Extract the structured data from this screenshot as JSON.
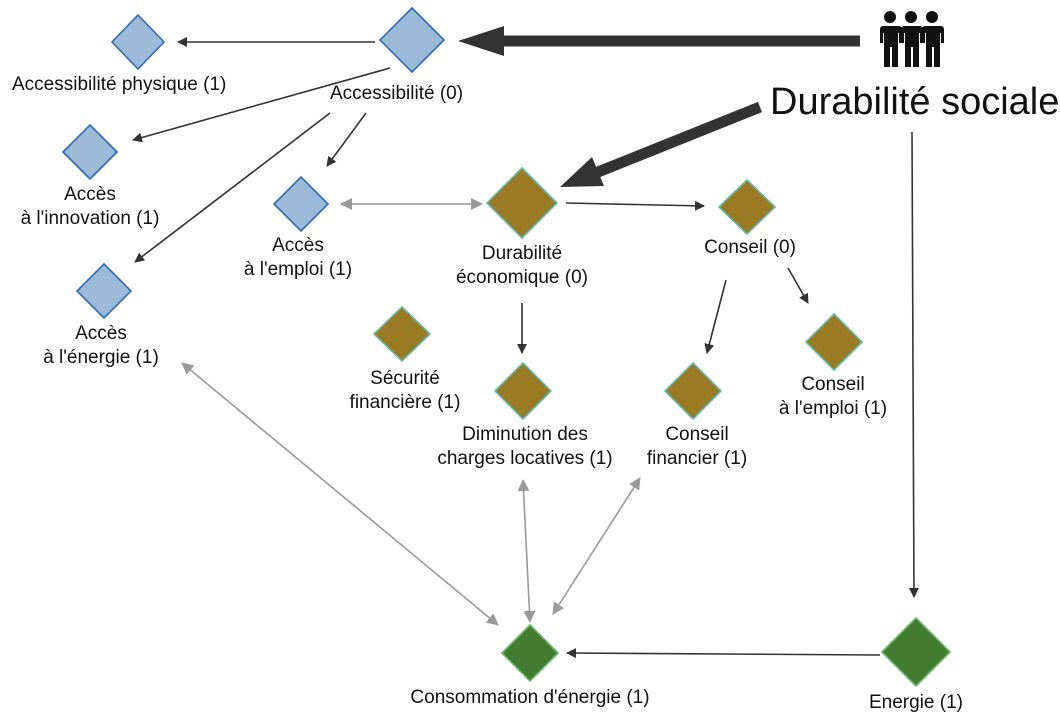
{
  "title": "Durabilité sociale",
  "colors": {
    "blue_fill": "#9dbbd8",
    "blue_stroke": "#2b6cb0",
    "olive_fill": "#9b7a24",
    "olive_stroke": "#5fb8a8",
    "green_fill": "#467b32",
    "green_stroke": "#5fb85f",
    "dark_arrow": "#333333",
    "grey_arrow": "#999999"
  },
  "nodes": {
    "accessibilite": {
      "line1": "Accessibilité (0)"
    },
    "accessibilite_physique": {
      "line1": "Accessibilité physique (1)"
    },
    "acces_innovation": {
      "line1": "Accès",
      "line2": "à l'innovation (1)"
    },
    "acces_emploi": {
      "line1": "Accès",
      "line2": "à l'emploi (1)"
    },
    "acces_energie": {
      "line1": "Accès",
      "line2": "à l'énergie (1)"
    },
    "durabilite_economique": {
      "line1": "Durabilité",
      "line2": "économique (0)"
    },
    "conseil": {
      "line1": "Conseil (0)"
    },
    "securite_financiere": {
      "line1": "Sécurité",
      "line2": "financière (1)"
    },
    "diminution_charges": {
      "line1": "Diminution des",
      "line2": "charges locatives (1)"
    },
    "conseil_financier": {
      "line1": "Conseil",
      "line2": "financier (1)"
    },
    "conseil_emploi": {
      "line1": "Conseil",
      "line2": "à l'emploi (1)"
    },
    "consommation_energie": {
      "line1": "Consommation d'énergie (1)"
    },
    "energie": {
      "line1": "Energie (1)"
    }
  },
  "icons": {
    "people": "people-group-icon"
  }
}
